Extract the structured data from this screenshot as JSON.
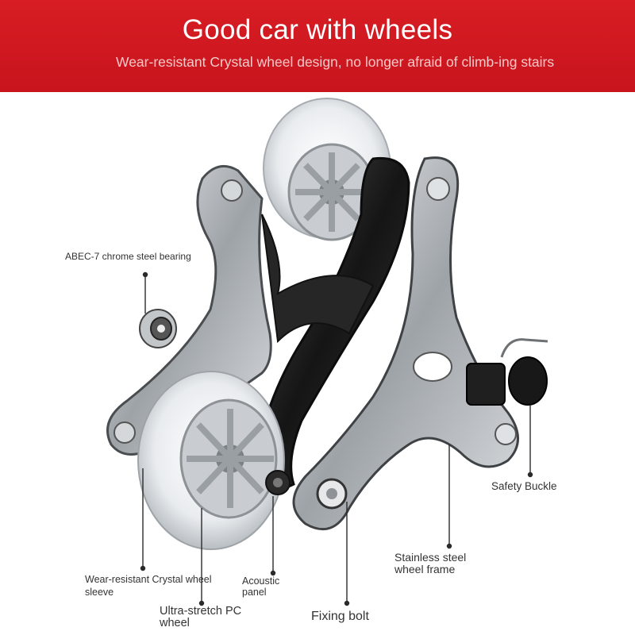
{
  "banner": {
    "title": "Good car with wheels",
    "subtitle": "Wear-resistant Crystal wheel design, no longer afraid of climb-ing stairs",
    "color": "#d41a22"
  },
  "labels": {
    "bearing": "ABEC-7 chrome steel bearing",
    "crystal_sleeve": "Wear-resistant Crystal wheel sleeve",
    "pc_wheel": "Ultra-stretch PC wheel",
    "acoustic_panel": "Acoustic panel",
    "fixing_bolt": "Fixing bolt",
    "steel_frame": "Stainless steel wheel frame",
    "safety_buckle": "Safety Buckle"
  }
}
